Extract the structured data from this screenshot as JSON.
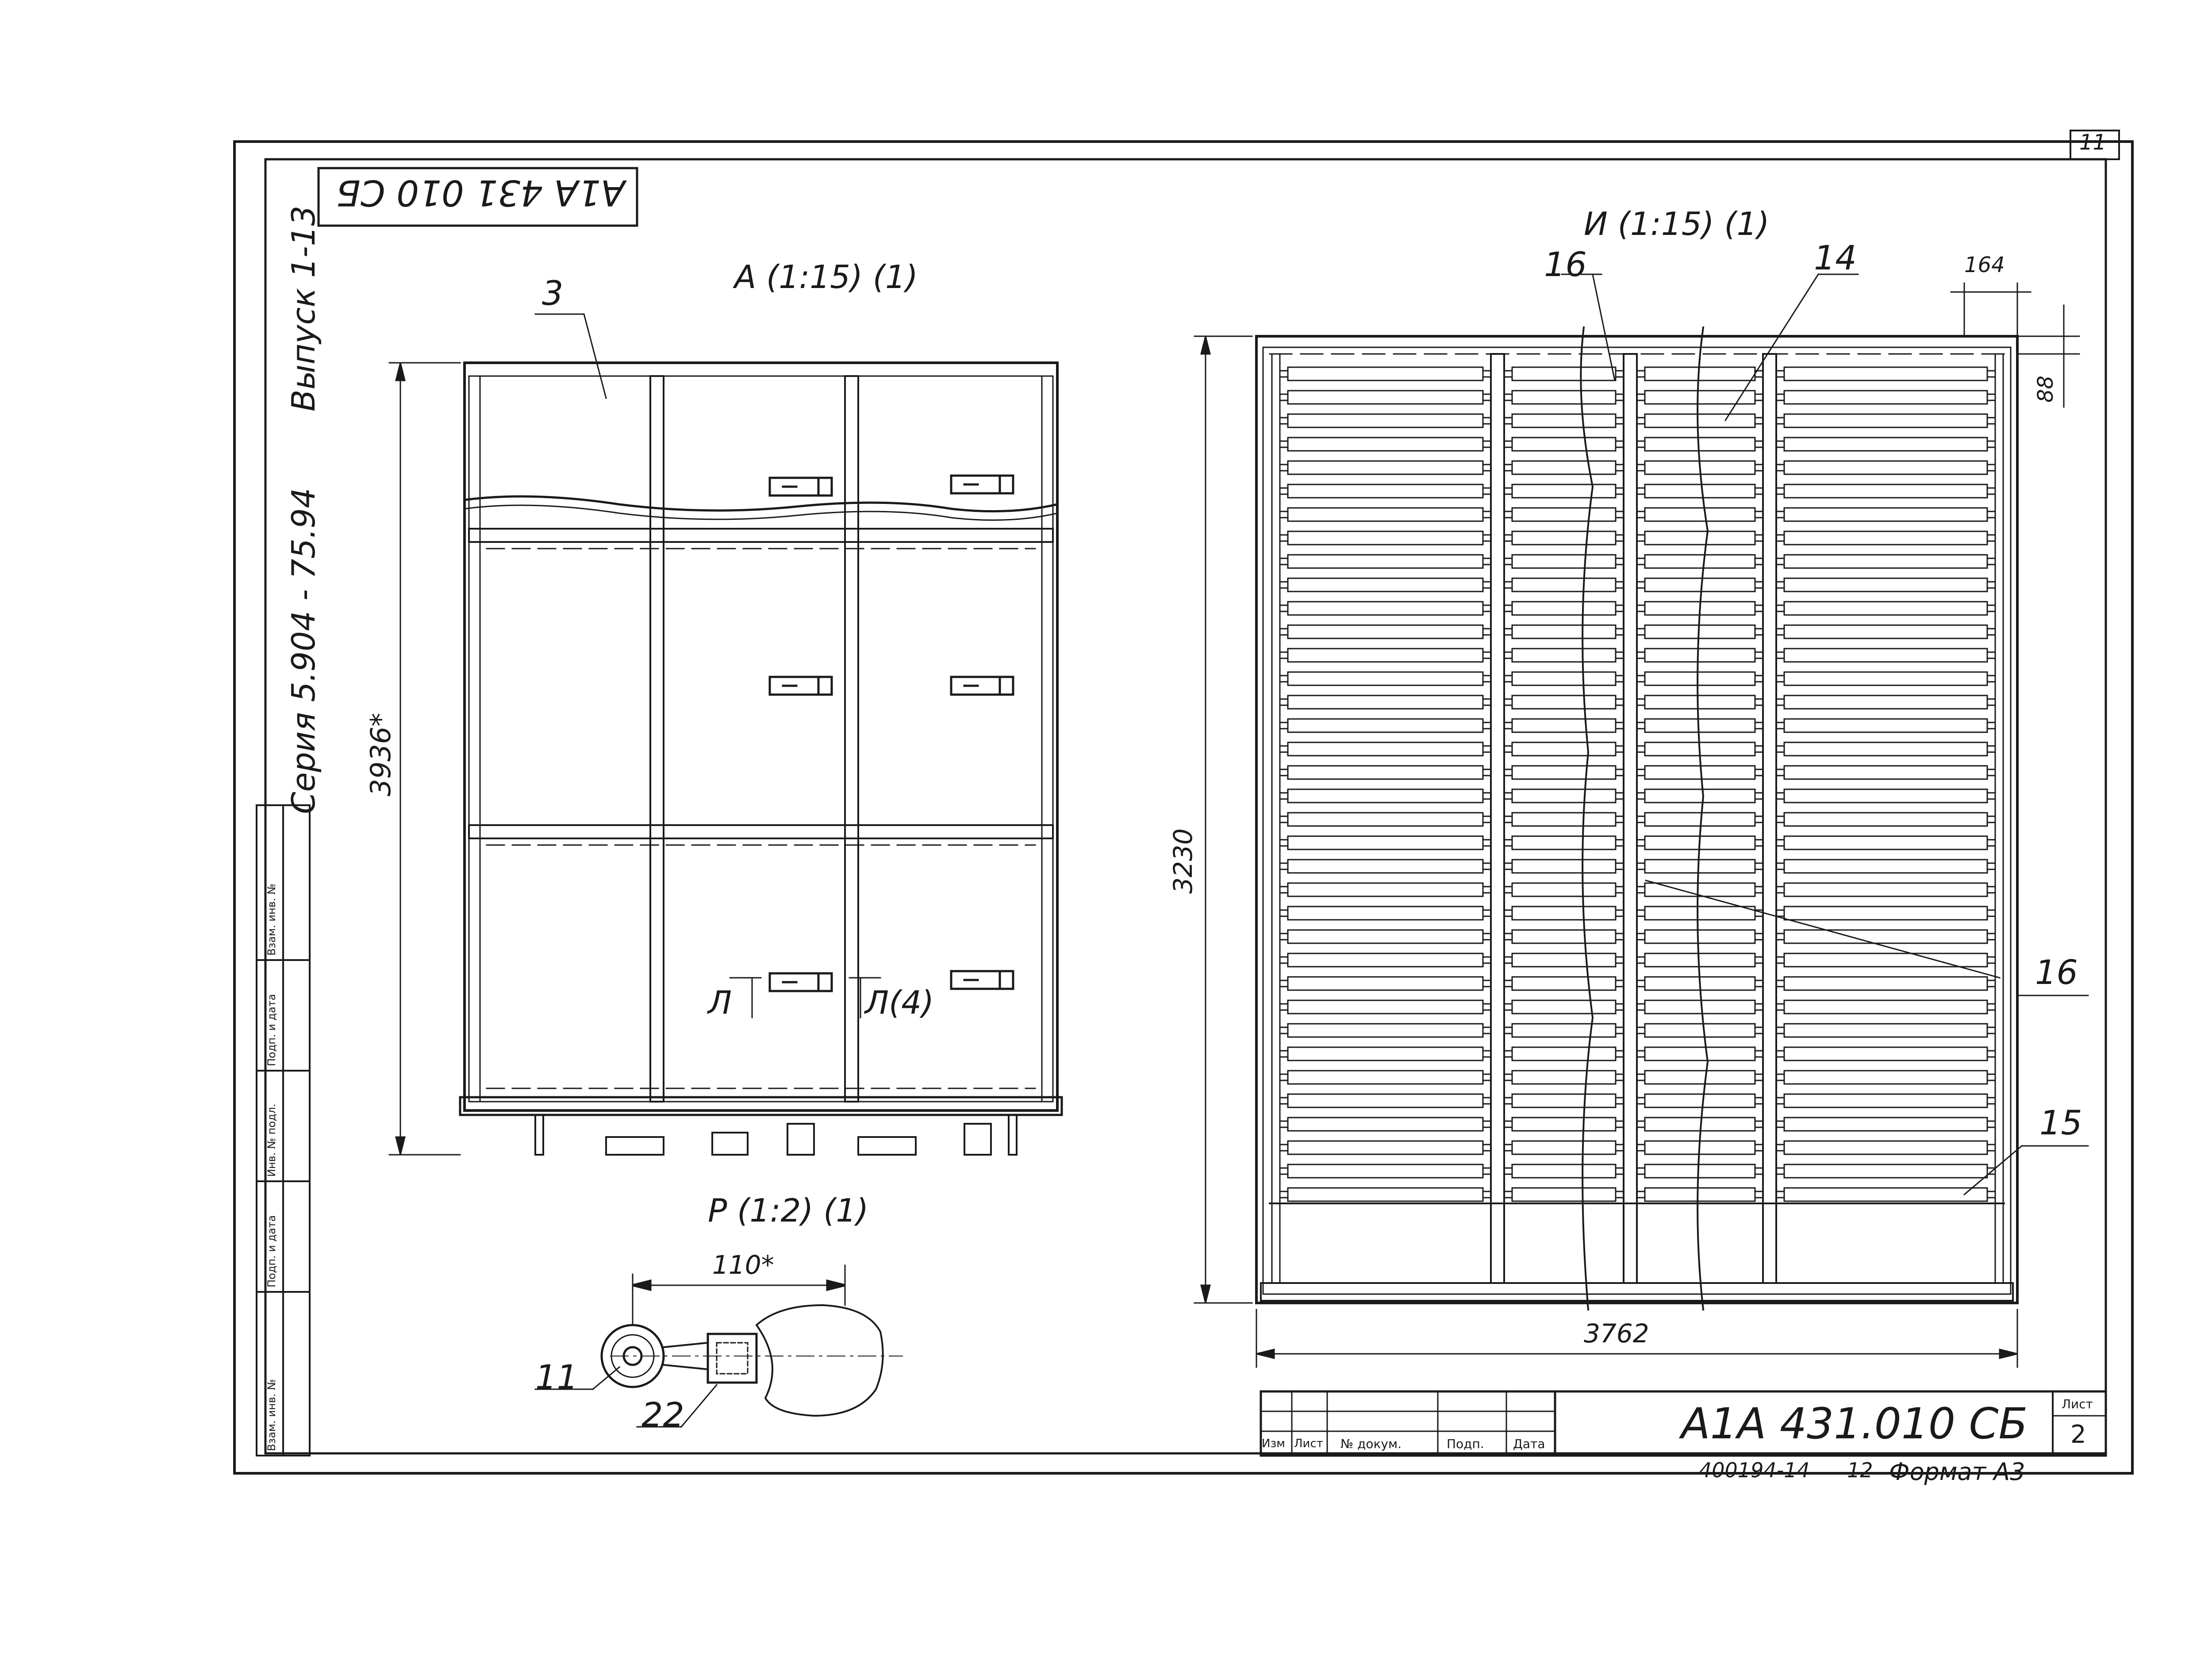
{
  "page_number": "11",
  "stamp_flipped": "A1A 431 010 СБ",
  "series": "Серия  5.904 - 75.94",
  "issue": "Выпуск 1-13",
  "views": {
    "view_a": {
      "title": "A (1:15) (1)",
      "height_dim": "3936*",
      "callout": "3",
      "section_left": "Л",
      "section_right": "Л(4)"
    },
    "view_r": {
      "title": "P (1:2) (1)",
      "width_dim": "110*",
      "callout_11": "11",
      "callout_22": "22"
    },
    "view_i": {
      "title": "И (1:15) (1)",
      "callout_16_top": "16",
      "callout_14": "14",
      "callout_16_right": "16",
      "callout_15": "15",
      "dim_164": "164",
      "dim_88": "88",
      "height_dim": "3230",
      "width_dim": "3762"
    }
  },
  "left_stamp_columns": [
    "Взам. инв. №",
    "Подп. и дата",
    "Инв. № подл.",
    "Подп. и дата",
    "Взам. инв. №"
  ],
  "title_block": {
    "designation": "A1A 431.010 СБ",
    "headers": [
      "Изм",
      "Лист",
      "№ докум.",
      "Подп.",
      "Дата"
    ],
    "sheet_label": "Лист",
    "sheet_number": "2",
    "copy_note": "400194-14",
    "copy_count": "12",
    "format": "Формат А3"
  }
}
